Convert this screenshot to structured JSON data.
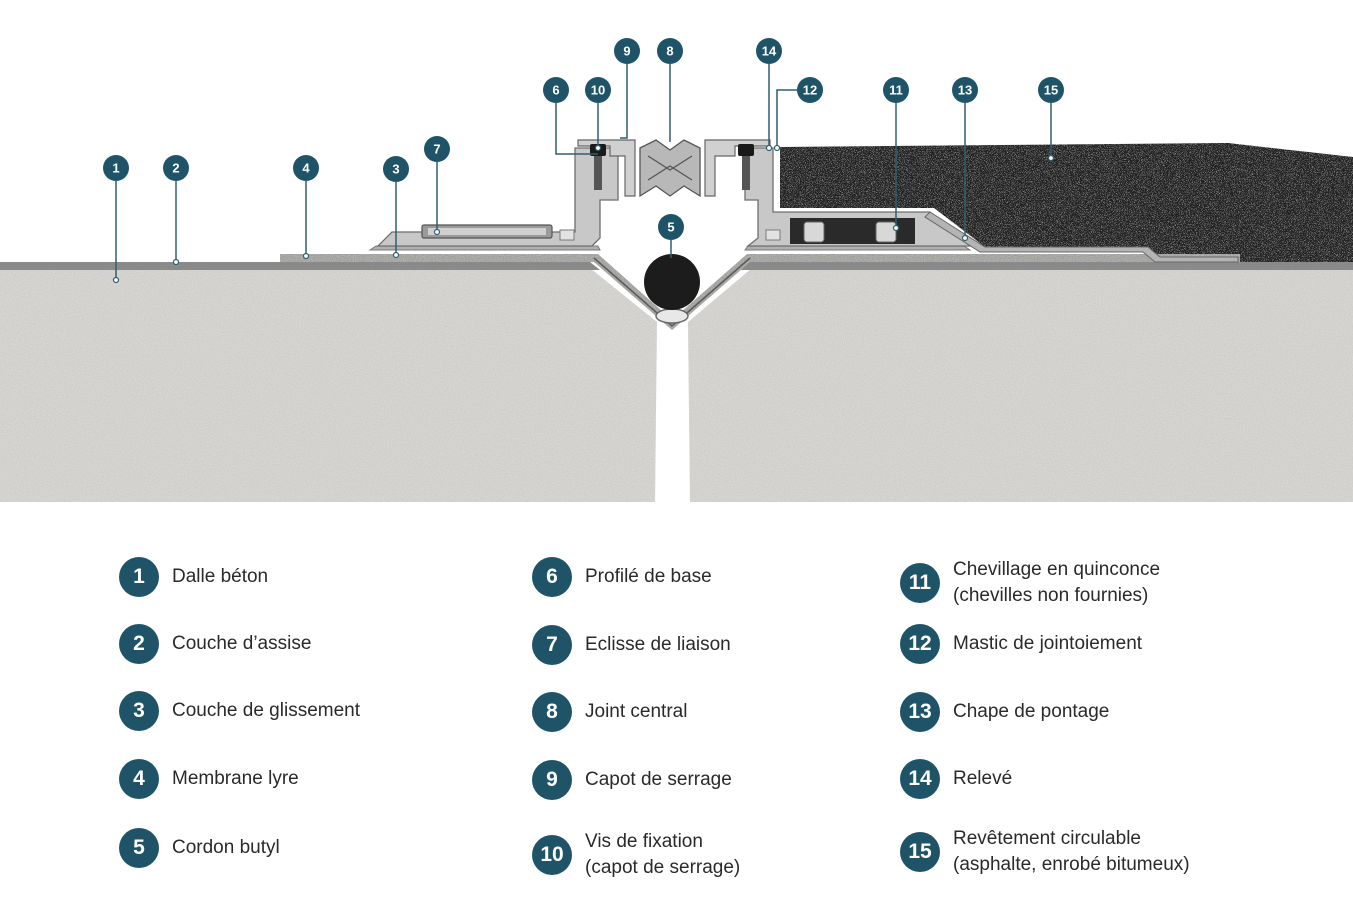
{
  "colors": {
    "badge": "#1f5468",
    "concrete": "#d6d5d1",
    "asphalt": "#1e1e1e",
    "metal": "#c4c4c4",
    "line": "#2f5f70"
  },
  "callouts": [
    "1",
    "2",
    "3",
    "4",
    "5",
    "6",
    "7",
    "8",
    "9",
    "10",
    "11",
    "12",
    "13",
    "14",
    "15"
  ],
  "legend": [
    {
      "number": "1",
      "lines": [
        "Dalle béton"
      ]
    },
    {
      "number": "2",
      "lines": [
        "Couche d’assise"
      ]
    },
    {
      "number": "3",
      "lines": [
        "Couche de glissement"
      ]
    },
    {
      "number": "4",
      "lines": [
        "Membrane lyre"
      ]
    },
    {
      "number": "5",
      "lines": [
        "Cordon butyl"
      ]
    },
    {
      "number": "6",
      "lines": [
        "Profilé de base"
      ]
    },
    {
      "number": "7",
      "lines": [
        "Eclisse de liaison"
      ]
    },
    {
      "number": "8",
      "lines": [
        "Joint central"
      ]
    },
    {
      "number": "9",
      "lines": [
        "Capot de serrage"
      ]
    },
    {
      "number": "10",
      "lines": [
        "Vis de fixation",
        "(capot de serrage)"
      ]
    },
    {
      "number": "11",
      "lines": [
        "Chevillage en quinconce",
        "(chevilles non fournies)"
      ]
    },
    {
      "number": "12",
      "lines": [
        "Mastic de jointoiement"
      ]
    },
    {
      "number": "13",
      "lines": [
        "Chape de pontage"
      ]
    },
    {
      "number": "14",
      "lines": [
        "Relevé"
      ]
    },
    {
      "number": "15",
      "lines": [
        "Revêtement circulable",
        "(asphalte, enrobé bitumeux)"
      ]
    }
  ]
}
